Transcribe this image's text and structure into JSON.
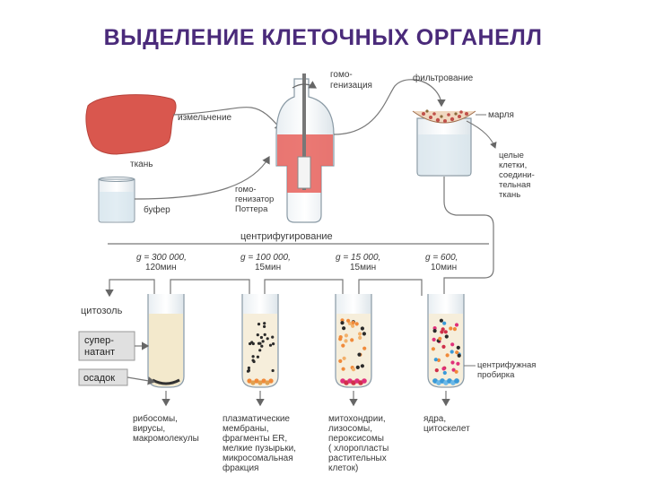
{
  "title": "ВЫДЕЛЕНИЕ КЛЕТОЧНЫХ ОРГАНЕЛЛ",
  "labels": {
    "tissue": "ткань",
    "mincing": "измельчение",
    "buffer": "буфер",
    "homogenization": [
      "гомо-",
      "генизация"
    ],
    "potter": [
      "гомо-",
      "генизатор",
      "Поттера"
    ],
    "filtration": "фильтрование",
    "gauze": "марля",
    "whole_cells": [
      "целые",
      "клетки,",
      "соедини-",
      "тельная",
      "ткань"
    ],
    "centrifugation": "центрифугирование",
    "cytosol": "цитозоль",
    "supernatant": [
      "супер-",
      "натант"
    ],
    "pellet": "осадок",
    "tube": [
      "центрифужная",
      "пробирка"
    ]
  },
  "speeds": [
    {
      "g": "g = 300 000,",
      "time": "120мин"
    },
    {
      "g": "g = 100 000,",
      "time": "15мин"
    },
    {
      "g": "g = 15 000,",
      "time": "15мин"
    },
    {
      "g": "g = 600,",
      "time": "10мин"
    }
  ],
  "fractions": [
    [
      "рибосомы,",
      "вирусы,",
      "макромолекулы"
    ],
    [
      "плазматические",
      "мембраны,",
      "фрагменты ER,",
      "мелкие пузырьки,",
      "микросомальная",
      "фракция"
    ],
    [
      "митохондрии,",
      "лизосомы,",
      "пероксисомы",
      "( хлоропласты",
      "растительных",
      "клеток)"
    ],
    [
      "ядра,",
      "цитоскелет"
    ]
  ],
  "colors": {
    "title": "#4a2a7a",
    "tissue": "#d9574e",
    "homogenate": "#e8605a",
    "cytosol_fill": "#f3e9cc",
    "dots_dark": "#2a2a2a",
    "dots_orange": "#f08a3a",
    "dots_red": "#d0304a",
    "dots_pink": "#e0307a",
    "dots_blue": "#3a9ad8"
  }
}
